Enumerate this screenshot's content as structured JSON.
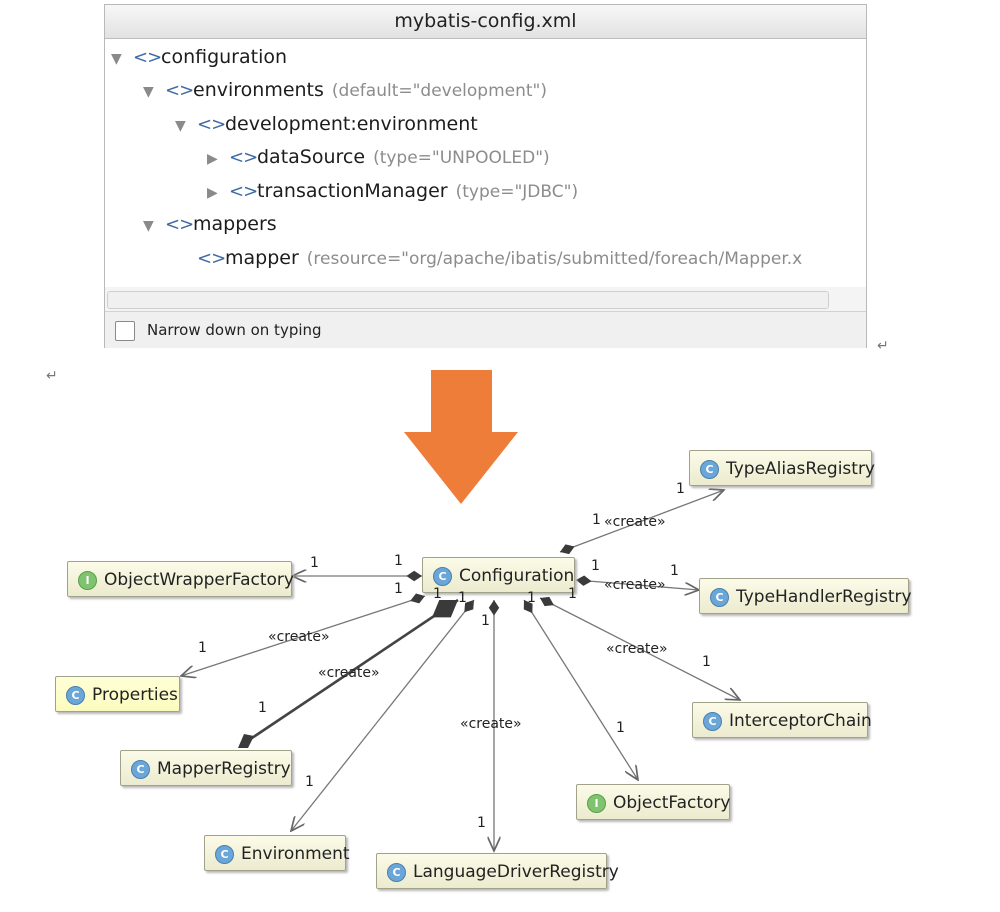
{
  "panel": {
    "title": "mybatis-config.xml",
    "rows": [
      {
        "name": "configuration",
        "attr": "",
        "arrow": "▼"
      },
      {
        "name": "environments",
        "attr": "(default=\"development\")",
        "arrow": "▼"
      },
      {
        "name": "development:environment",
        "attr": "",
        "arrow": "▼"
      },
      {
        "name": "dataSource",
        "attr": "(type=\"UNPOOLED\")",
        "arrow": "▶"
      },
      {
        "name": "transactionManager",
        "attr": "(type=\"JDBC\")",
        "arrow": "▶"
      },
      {
        "name": "mappers",
        "attr": "",
        "arrow": "▼"
      },
      {
        "name": "mapper",
        "attr": "(resource=\"org/apache/ibatis/submitted/foreach/Mapper.x",
        "arrow": ""
      }
    ],
    "checkbox_label": "Narrow down on typing",
    "return_mark": "↵"
  },
  "diagram": {
    "central": "Configuration",
    "stereotype": "«create»",
    "classes": [
      {
        "key": "typealias",
        "label": "TypeAliasRegistry",
        "kind": "C"
      },
      {
        "key": "objwrap",
        "label": "ObjectWrapperFactory",
        "kind": "I"
      },
      {
        "key": "typehandler",
        "label": "TypeHandlerRegistry",
        "kind": "C"
      },
      {
        "key": "properties",
        "label": "Properties",
        "kind": "C"
      },
      {
        "key": "interceptor",
        "label": "InterceptorChain",
        "kind": "C"
      },
      {
        "key": "mapperreg",
        "label": "MapperRegistry",
        "kind": "C"
      },
      {
        "key": "objfactory",
        "label": "ObjectFactory",
        "kind": "I"
      },
      {
        "key": "environment",
        "label": "Environment",
        "kind": "C"
      },
      {
        "key": "langdriver",
        "label": "LanguageDriverRegistry",
        "kind": "C"
      }
    ],
    "multiplicity": "1"
  },
  "colors": {
    "arrow_orange": "#ef7d3a",
    "line": "#777777",
    "xml_icon": "#3d6aa6"
  },
  "icons": {
    "xml_tag": "<>",
    "class_icon": "C",
    "interface_icon": "I"
  }
}
